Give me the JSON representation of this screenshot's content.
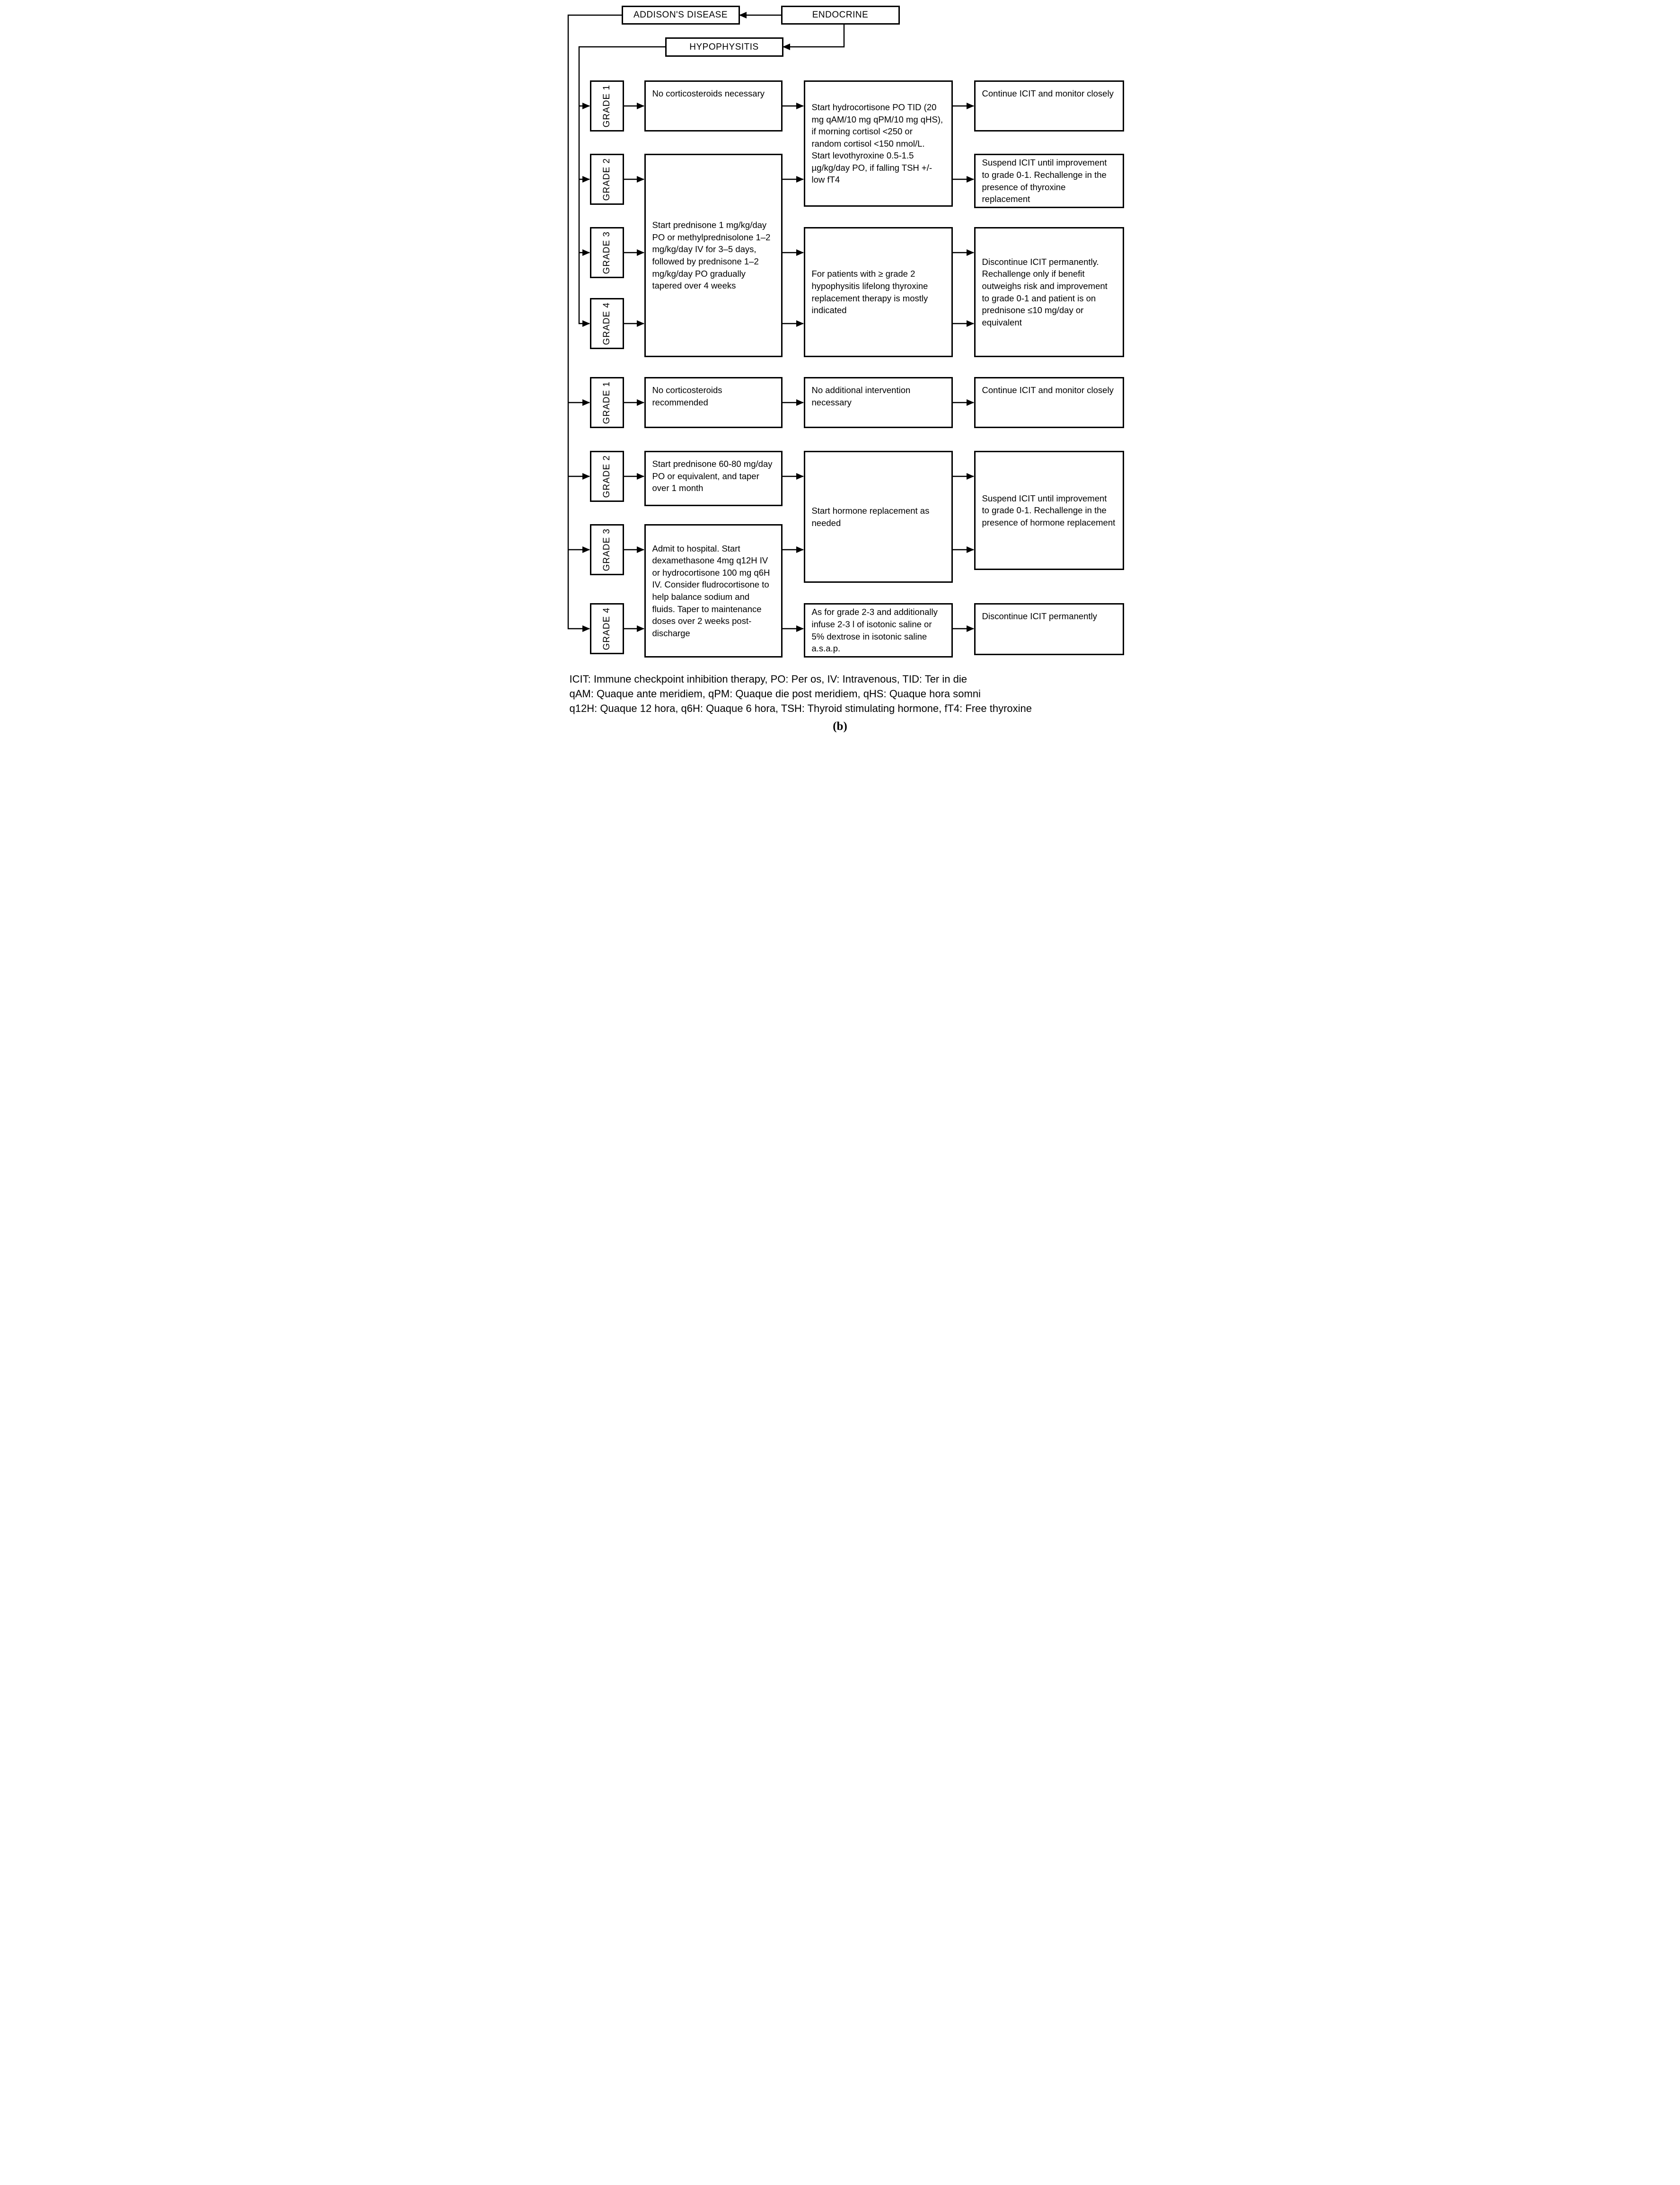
{
  "nodes": {
    "endocrine": "ENDOCRINE",
    "addisons": "ADDISON'S DISEASE",
    "hypophysitis": "HYPOPHYSITIS"
  },
  "hypophysitis_section": {
    "grade_labels": [
      "GRADE 1",
      "GRADE 2",
      "GRADE 3",
      "GRADE 4"
    ],
    "boxes": {
      "no_corticosteroids": "No corticosteroids necessary",
      "prednisone_taper": "Start prednisone 1 mg/kg/day PO or methylprednisolone 1–2 mg/kg/day IV for 3–5 days, followed by prednisone 1–2 mg/kg/day PO gradually tapered over 4 weeks",
      "hydrocortisone_levothyroxine": "Start hydrocortisone PO TID (20 mg qAM/10 mg qPM/10 mg qHS), if morning cortisol <250 or random cortisol <150 nmol/L. Start levothyroxine 0.5-1.5 µg/kg/day PO, if falling TSH +/- low fT4",
      "thyroxine_replacement_note": "For patients with ≥ grade 2 hypophysitis lifelong thyroxine replacement therapy is mostly indicated",
      "continue_icit": "Continue ICIT and monitor closely",
      "suspend_icit": "Suspend ICIT until improvement to grade 0-1. Rechallenge in the presence of thyroxine replacement",
      "discontinue_icit": "Discontinue ICIT permanently. Rechallenge only if benefit outweighs risk and improvement to grade 0-1 and patient is on prednisone ≤10 mg/day or equivalent"
    }
  },
  "addisons_section": {
    "grade_labels": [
      "GRADE 1",
      "GRADE 2",
      "GRADE 3",
      "GRADE 4"
    ],
    "boxes": {
      "no_corticosteroids": "No corticosteroids recommended",
      "no_additional_intervention": "No additional intervention necessary",
      "continue_icit": "Continue ICIT and monitor closely",
      "prednisone_60_80": "Start prednisone 60-80 mg/day PO or equivalent, and taper over 1 month",
      "hormone_replacement": "Start hormone replacement as needed",
      "suspend_icit": "Suspend ICIT until improvement to grade 0-1. Rechallenge in the presence of hormone replacement",
      "admit_hospital": "Admit to hospital. Start dexamethasone  4mg q12H IV or hydrocortisone 100 mg q6H IV. Consider fludrocortisone to help balance sodium and fluids. Taper to maintenance doses over 2 weeks post-discharge",
      "grade4_saline": "As for grade 2-3 and additionally infuse 2-3 l of isotonic saline or 5% dextrose in isotonic saline a.s.a.p.",
      "discontinue_icit": "Discontinue ICIT permanently"
    }
  },
  "legend": {
    "lines": [
      "ICIT: Immune checkpoint inhibition therapy, PO: Per os, IV: Intravenous, TID: Ter in die",
      "qAM: Quaque ante meridiem, qPM: Quaque die post meridiem, qHS: Quaque hora somni",
      "q12H: Quaque 12 hora, q6H: Quaque 6 hora, TSH: Thyroid stimulating hormone, fT4: Free thyroxine"
    ]
  },
  "caption": "(b)",
  "colors": {
    "line": "#000000",
    "background": "#ffffff"
  }
}
